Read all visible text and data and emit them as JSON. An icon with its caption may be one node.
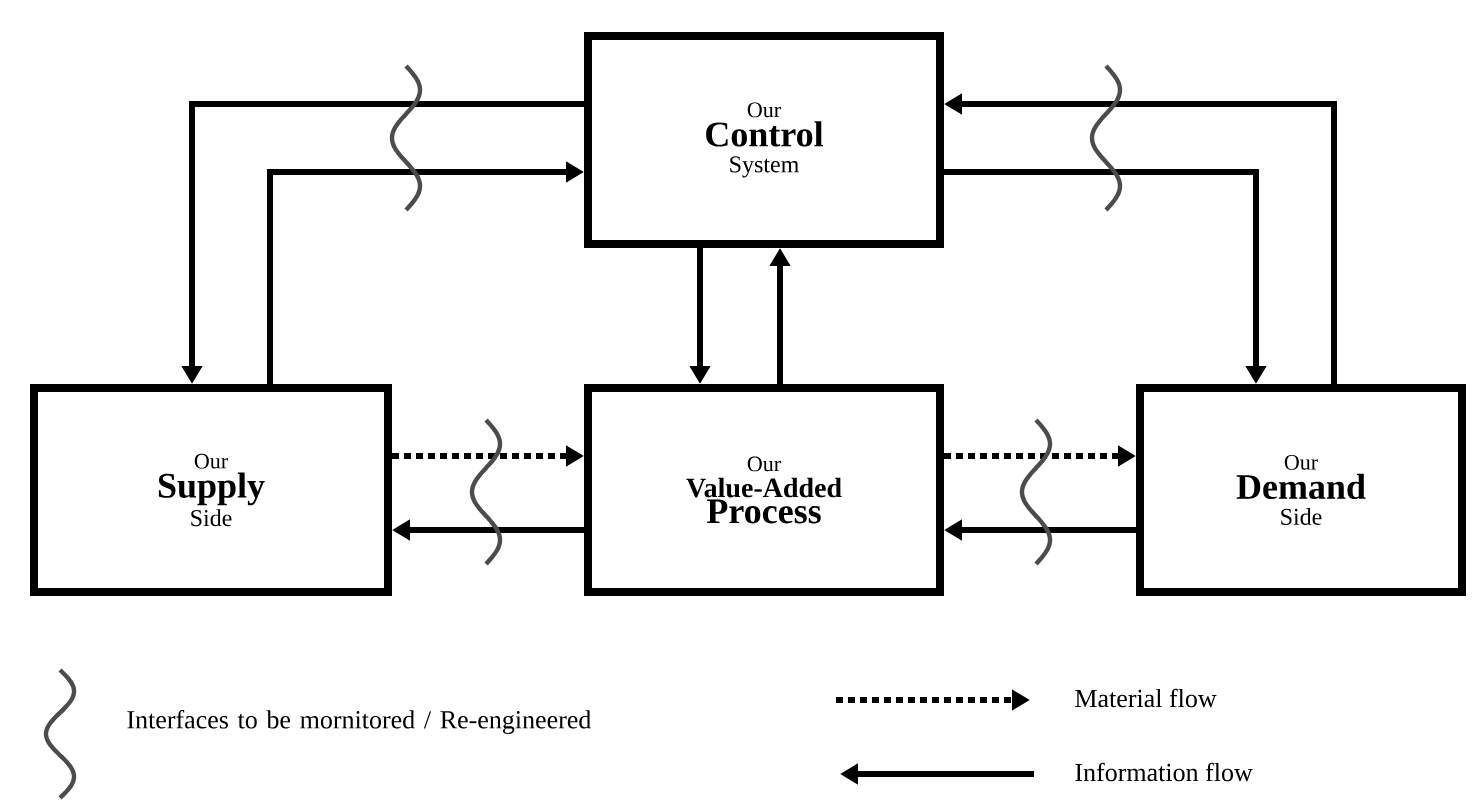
{
  "diagram": {
    "nodes": [
      {
        "text": [
          "Our",
          "Control",
          "System"
        ]
      },
      {
        "text": [
          "Our",
          "Supply",
          "Side"
        ]
      },
      {
        "text": [
          "Our",
          "Value-Added",
          "Process"
        ]
      },
      {
        "text": [
          "Our",
          "Demand",
          "Side"
        ]
      }
    ],
    "edges": [
      {
        "from": 0,
        "to": 1,
        "arrow": "to"
      },
      {
        "from": 1,
        "to": 0,
        "arrow": "to"
      },
      {
        "from": 0,
        "to": 3,
        "arrow": "to"
      },
      {
        "from": 3,
        "to": 0,
        "arrow": "to"
      },
      {
        "from": 0,
        "to": 2,
        "arrow": "to"
      },
      {
        "from": 2,
        "to": 0,
        "arrow": "to"
      },
      {
        "from": 1,
        "to": 2,
        "arrow": "to",
        "style": "dashed"
      },
      {
        "from": 2,
        "to": 1,
        "arrow": "to"
      },
      {
        "from": 2,
        "to": 3,
        "arrow": "to",
        "style": "dashed"
      },
      {
        "from": 3,
        "to": 2,
        "arrow": "to"
      }
    ],
    "legend": [
      {
        "text": "Interfaces to be mornitored / Re-engineered"
      },
      {
        "text": "Material flow"
      },
      {
        "text": "Information flow"
      }
    ]
  }
}
